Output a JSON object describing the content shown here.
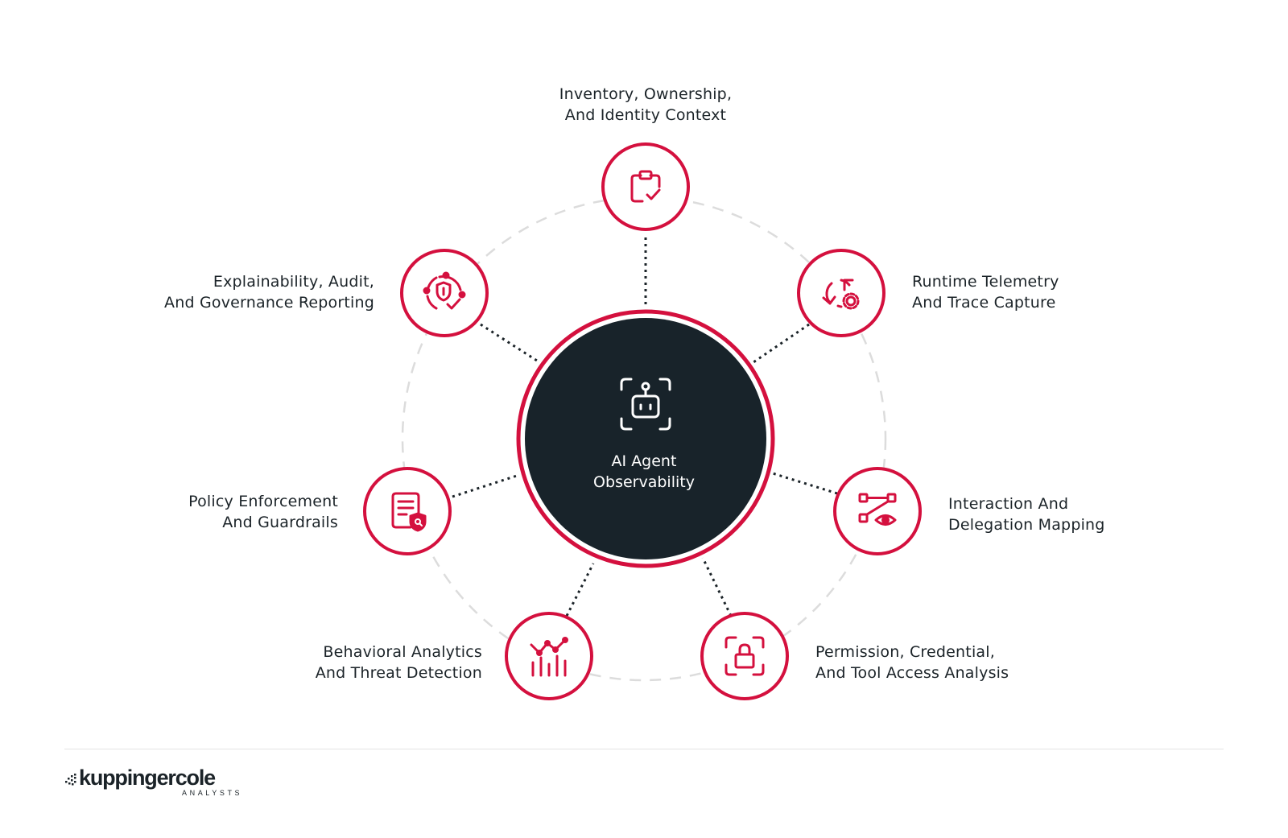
{
  "diagram": {
    "accent_color": "#d4103e",
    "center_color": "#18232a",
    "center": {
      "icon": "robot-icon",
      "label_line1": "AI Agent",
      "label_line2": "Observability"
    },
    "nodes": [
      {
        "id": "inventory",
        "icon": "clipboard-check-icon",
        "line1": "Inventory, Ownership,",
        "line2": "And Identity Context"
      },
      {
        "id": "runtime",
        "icon": "refresh-gear-icon",
        "line1": "Runtime Telemetry",
        "line2": "And Trace Capture"
      },
      {
        "id": "interaction",
        "icon": "workflow-eye-icon",
        "line1": "Interaction And",
        "line2": "Delegation Mapping"
      },
      {
        "id": "permission",
        "icon": "lock-scan-icon",
        "line1": "Permission, Credential,",
        "line2": "And Tool Access Analysis"
      },
      {
        "id": "behavioral",
        "icon": "chart-analytics-icon",
        "line1": "Behavioral Analytics",
        "line2": "And Threat Detection"
      },
      {
        "id": "policy",
        "icon": "document-shield-icon",
        "line1": "Policy Enforcement",
        "line2": "And Guardrails"
      },
      {
        "id": "explainability",
        "icon": "shield-cycle-icon",
        "line1": "Explainability, Audit,",
        "line2": "And Governance Reporting"
      }
    ]
  },
  "footer": {
    "logo_text": "kuppingercole",
    "logo_subtext": "ANALYSTS"
  }
}
